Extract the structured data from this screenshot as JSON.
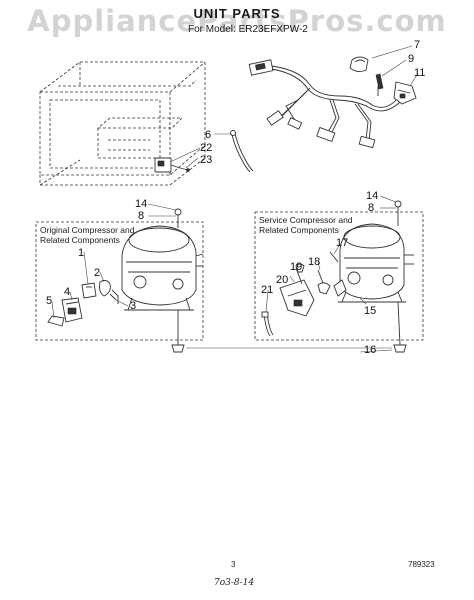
{
  "watermark": "AppliancePartsPros.com",
  "header": {
    "title": "UNIT PARTS",
    "model": "For Model: ER23EFXPW-2"
  },
  "boxes": {
    "original": "Original Compressor and\nRelated Components",
    "service": "Service Compressor and\nRelated Components"
  },
  "callouts": [
    "7",
    "9",
    "11",
    "6",
    "22",
    "23",
    "14",
    "8",
    "1",
    "2",
    "4",
    "5",
    "3",
    "14",
    "8",
    "17",
    "19",
    "18",
    "20",
    "21",
    "15",
    "16"
  ],
  "footer": {
    "page_number": "3",
    "code": "789323",
    "handwritten": "7o3-8-14"
  }
}
